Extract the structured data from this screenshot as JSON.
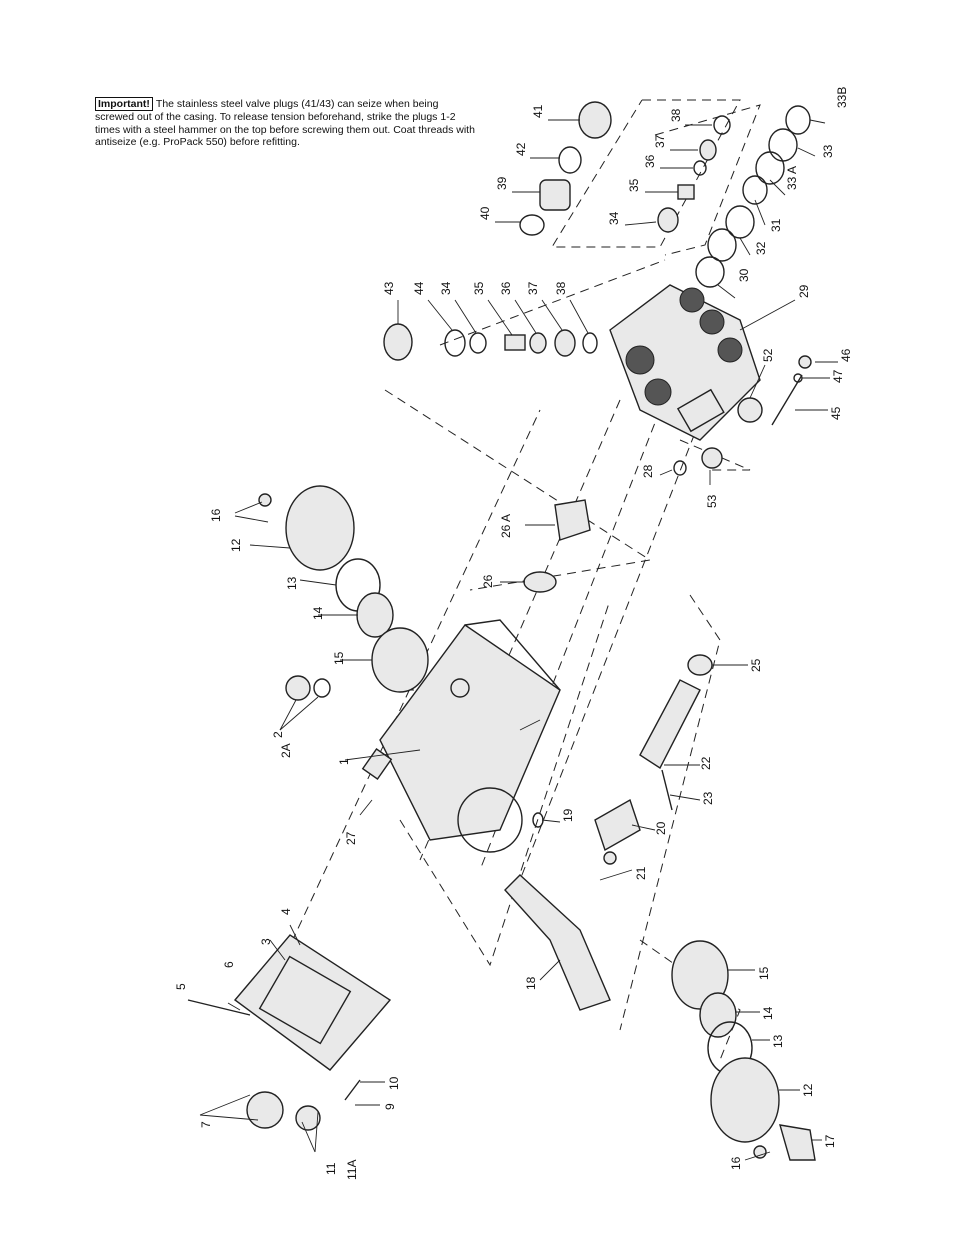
{
  "note": {
    "badge": "Important!",
    "text": "The stainless steel valve plugs (41/43) can seize when being screwed out of the casing. To release tension beforehand, strike the plugs 1-2 times with a steel hammer on the top before screwing them out. Coat threads with antiseize (e.g. ProPack 550) before refitting."
  },
  "labels": {
    "p1": "1",
    "p2": "2",
    "p2A": "2A",
    "p3": "3",
    "p4": "4",
    "p5": "5",
    "p6": "6",
    "p7": "7",
    "p9": "9",
    "p10": "10",
    "p11": "11",
    "p11A": "11A",
    "p12a": "12",
    "p12b": "12",
    "p13a": "13",
    "p13b": "13",
    "p14a": "14",
    "p14b": "14",
    "p15a": "15",
    "p15b": "15",
    "p16a": "16",
    "p16b": "16",
    "p17": "17",
    "p18": "18",
    "p19": "19",
    "p20": "20",
    "p21": "21",
    "p22": "22",
    "p23": "23",
    "p25": "25",
    "p26": "26",
    "p26A": "26 A",
    "p27": "27",
    "p28": "28",
    "p29": "29",
    "p30": "30",
    "p31": "31",
    "p32": "32",
    "p33": "33",
    "p33A": "33 A",
    "p33B": "33B",
    "p34a": "34",
    "p34b": "34",
    "p35a": "35",
    "p35b": "35",
    "p36a": "36",
    "p36b": "36",
    "p37a": "37",
    "p37b": "37",
    "p38a": "38",
    "p38b": "38",
    "p39": "39",
    "p40": "40",
    "p41": "41",
    "p42": "42",
    "p43": "43",
    "p44": "44",
    "p45": "45",
    "p46": "46",
    "p47": "47",
    "p52": "52",
    "p53": "53"
  }
}
